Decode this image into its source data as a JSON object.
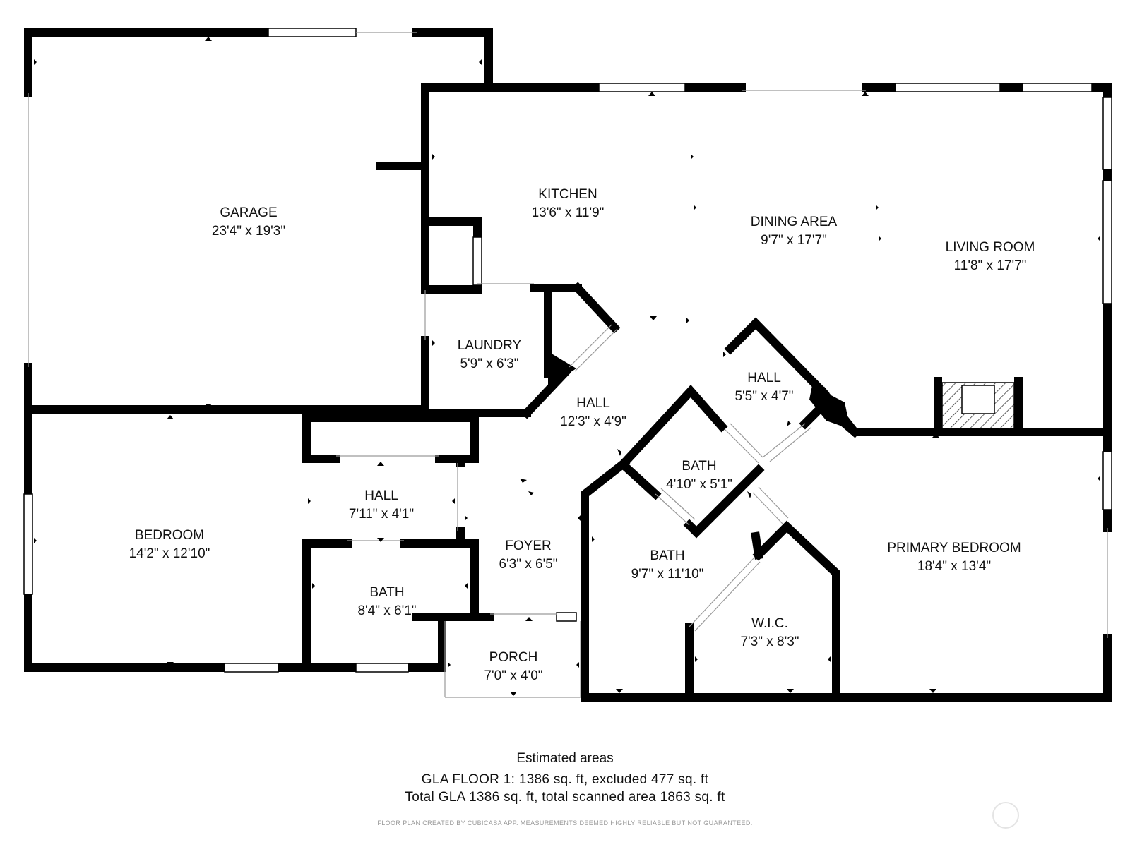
{
  "rooms": {
    "garage": {
      "name": "GARAGE",
      "dims": "23'4\" x 19'3\""
    },
    "kitchen": {
      "name": "KITCHEN",
      "dims": "13'6\" x 11'9\""
    },
    "dining": {
      "name": "DINING AREA",
      "dims": "9'7\" x 17'7\""
    },
    "living": {
      "name": "LIVING ROOM",
      "dims": "11'8\" x 17'7\""
    },
    "laundry": {
      "name": "LAUNDRY",
      "dims": "5'9\" x 6'3\""
    },
    "hall_center": {
      "name": "HALL",
      "dims": "12'3\" x 4'9\""
    },
    "hall_right": {
      "name": "HALL",
      "dims": "5'5\" x 4'7\""
    },
    "bath_small": {
      "name": "BATH",
      "dims": "4'10\" x 5'1\""
    },
    "hall_left": {
      "name": "HALL",
      "dims": "7'11\" x 4'1\""
    },
    "bedroom": {
      "name": "BEDROOM",
      "dims": "14'2\" x 12'10\""
    },
    "foyer": {
      "name": "FOYER",
      "dims": "6'3\" x 6'5\""
    },
    "bath_main": {
      "name": "BATH",
      "dims": "9'7\" x 11'10\""
    },
    "primary_bedroom": {
      "name": "PRIMARY BEDROOM",
      "dims": "18'4\" x 13'4\""
    },
    "bath_left": {
      "name": "BATH",
      "dims": "8'4\" x 6'1\""
    },
    "wic": {
      "name": "W.I.C.",
      "dims": "7'3\" x 8'3\""
    },
    "porch": {
      "name": "PORCH",
      "dims": "7'0\" x 4'0\""
    }
  },
  "footer": {
    "heading": "Estimated areas",
    "line1": "GLA FLOOR 1: 1386 sq. ft, excluded 477 sq. ft",
    "line2": "Total GLA 1386 sq. ft, total scanned area 1863 sq. ft",
    "disclaimer": "FLOOR PLAN CREATED BY CUBICASA APP. MEASUREMENTS DEEMED HIGHLY RELIABLE BUT NOT GUARANTEED."
  },
  "colors": {
    "wall": "#000000",
    "window": "#ffffff",
    "thin": "#9a9a9a"
  }
}
